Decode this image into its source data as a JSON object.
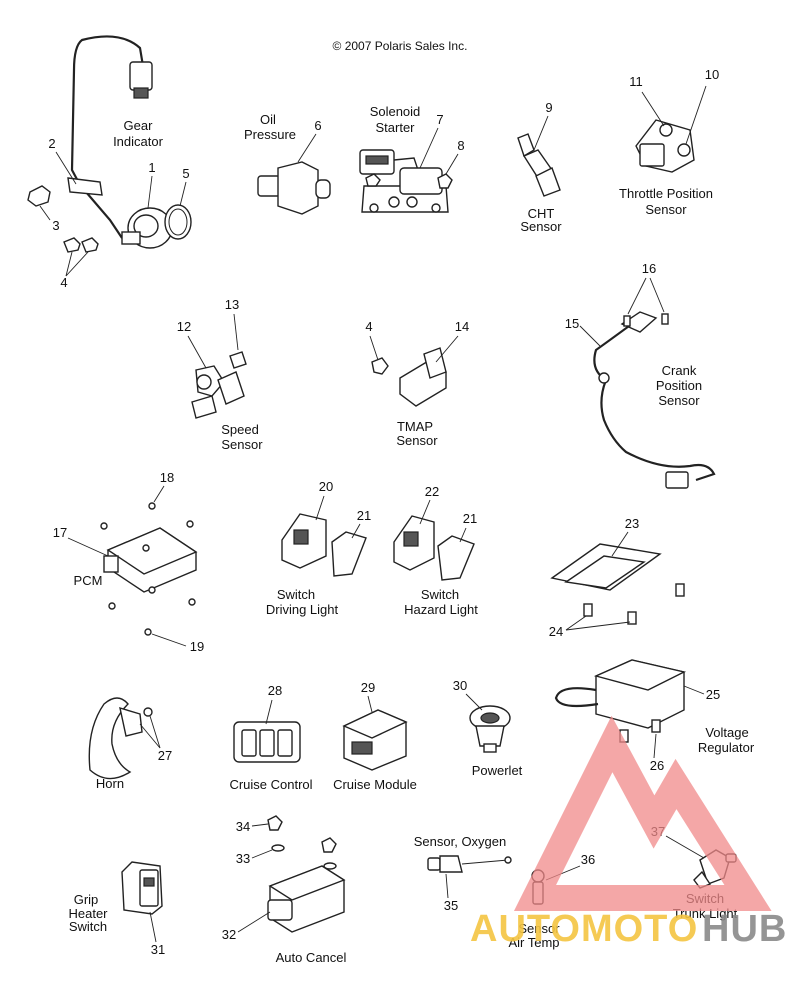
{
  "copyright": "© 2007 Polaris Sales Inc.",
  "labels": {
    "gear_indicator": [
      "Gear",
      "Indicator"
    ],
    "oil_pressure": [
      "Oil",
      "Pressure"
    ],
    "solenoid_starter": [
      "Solenoid",
      "Starter"
    ],
    "cht_sensor": [
      "CHT",
      "Sensor"
    ],
    "throttle_position_sensor": [
      "Throttle Position",
      "Sensor"
    ],
    "speed_sensor": [
      "Speed",
      "Sensor"
    ],
    "tmap_sensor": [
      "TMAP",
      "Sensor"
    ],
    "crank_position_sensor": [
      "Crank",
      "Position",
      "Sensor"
    ],
    "pcm": "PCM",
    "switch_driving_light": [
      "Switch",
      "Driving Light"
    ],
    "switch_hazard_light": [
      "Switch",
      "Hazard Light"
    ],
    "horn": "Horn",
    "cruise_control": "Cruise Control",
    "cruise_module": "Cruise Module",
    "powerlet": "Powerlet",
    "voltage_regulator": [
      "Voltage",
      "Regulator"
    ],
    "sensor_oxygen": "Sensor, Oxygen",
    "sensor_air_temp": [
      "Sensor",
      "Air Temp"
    ],
    "switch_trunk_light": [
      "Switch",
      "Trunk Light"
    ],
    "grip_heater_switch": [
      "Grip",
      "Heater",
      "Switch"
    ],
    "auto_cancel": "Auto Cancel"
  },
  "callouts": {
    "n1": "1",
    "n2": "2",
    "n3": "3",
    "n4a": "4",
    "n4b": "4",
    "n5": "5",
    "n6": "6",
    "n7": "7",
    "n8": "8",
    "n9": "9",
    "n10": "10",
    "n11": "11",
    "n12": "12",
    "n13": "13",
    "n14": "14",
    "n15": "15",
    "n16": "16",
    "n17": "17",
    "n18": "18",
    "n19": "19",
    "n20": "20",
    "n21a": "21",
    "n21b": "21",
    "n22": "22",
    "n23": "23",
    "n24": "24",
    "n25": "25",
    "n26": "26",
    "n27": "27",
    "n28": "28",
    "n29": "29",
    "n30": "30",
    "n31": "31",
    "n32": "32",
    "n33": "33",
    "n34": "34",
    "n35": "35",
    "n36": "36",
    "n37": "37"
  },
  "watermark": {
    "left": "AUTOMOTO",
    "right": "HUB",
    "left_color": "#f5c542",
    "right_color": "#8a8a8a",
    "logo_color": "#f08a8a"
  }
}
